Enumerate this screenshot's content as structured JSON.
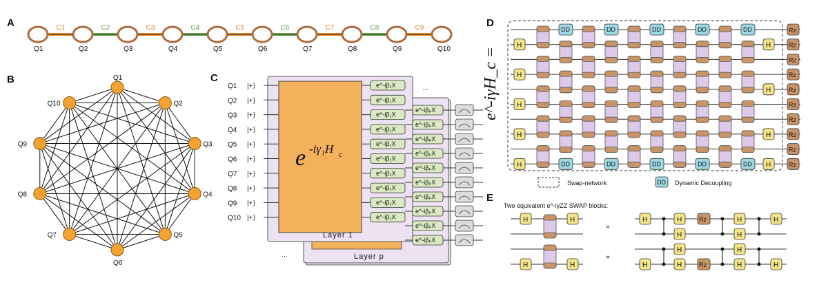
{
  "panels": {
    "a": "A",
    "b": "B",
    "c": "C",
    "d": "D",
    "e": "E"
  },
  "chain": {
    "qubits": [
      "Q1",
      "Q2",
      "Q3",
      "Q4",
      "Q5",
      "Q6",
      "Q7",
      "Q8",
      "Q9",
      "Q10"
    ],
    "couplers": [
      "C1",
      "C2",
      "C3",
      "C4",
      "C5",
      "C6",
      "C7",
      "C8",
      "C9"
    ],
    "colors": {
      "qubit": "#b06a3a",
      "orange": "#e0842a",
      "green": "#6aa84f"
    }
  },
  "graph": {
    "nodes": [
      "Q1",
      "Q2",
      "Q3",
      "Q4",
      "Q5",
      "Q6",
      "Q7",
      "Q8",
      "Q9",
      "Q10"
    ],
    "node_color": "#f5a233"
  },
  "circuit_c": {
    "qubits": [
      "Q1",
      "Q2",
      "Q3",
      "Q4",
      "Q5",
      "Q6",
      "Q7",
      "Q8",
      "Q9",
      "Q10"
    ],
    "init_state": "|+⟩",
    "cost_label": "e",
    "cost_exponent": "-iγ₁H",
    "cost_sub": "c",
    "mixer_label": "e^-iβ₁X",
    "mixer_label_p": "e^-iβₚX",
    "layer1": "Layer 1",
    "layerp": "Layer p",
    "dots": "···"
  },
  "circuit_d": {
    "rotated_label": "e^-iγH_c =",
    "h": "H",
    "dd": "DD",
    "rz": "Rz",
    "legend_swap": "Swap-network",
    "legend_dd": "Dynamic Decoupling"
  },
  "circuit_e": {
    "title": "Two equivalent e^-iγZZ SWAP blocks:",
    "eq": "=",
    "h": "H",
    "rz": "Rz"
  },
  "colors": {
    "orange_block": "#f4b15c",
    "purple": "#ddc9e8",
    "purple_bg": "#ece2f1",
    "green_gate": "#dbe9c3",
    "h_gate": "#f4e48a",
    "dd": "#9ed8e4",
    "rz": "#c99467"
  }
}
